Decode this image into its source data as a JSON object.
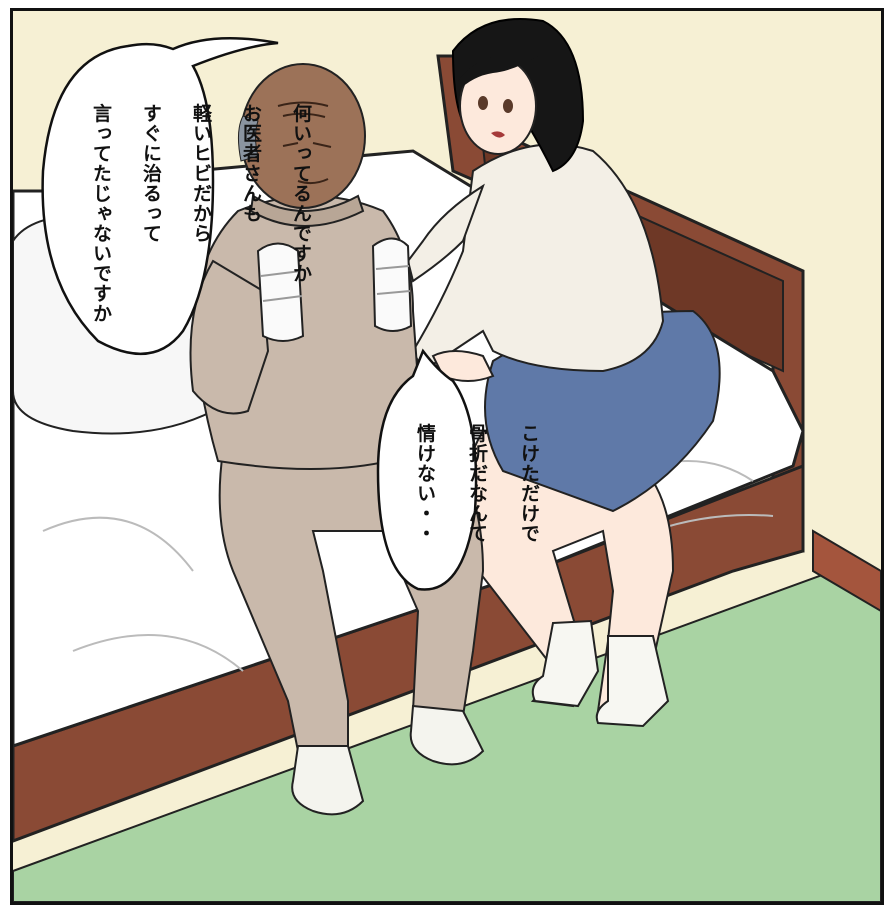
{
  "bubbles": {
    "left": {
      "lines": [
        "何いってるんですか",
        "お医者さんも",
        "軽いヒビだから",
        "すぐに治るって",
        "言ってたじゃないですか"
      ]
    },
    "center": {
      "lines": [
        "こけただけで",
        "骨折だなんて",
        "情けない・・"
      ]
    }
  },
  "colors": {
    "wall": "#f6f0d4",
    "floor": "#a9d3a3",
    "bed_frame": "#8a4a35",
    "sheet": "#ffffff",
    "skirt": "#5f79a8",
    "sweater": "#f3efe6",
    "pajamas": "#c9b9ab"
  }
}
